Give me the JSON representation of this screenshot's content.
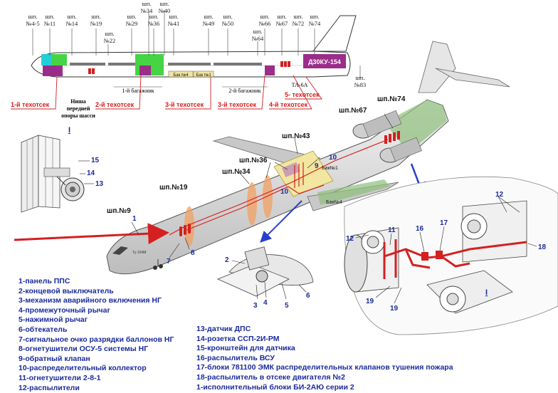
{
  "frames": {
    "shp_4_5": "шп.\n№4-5",
    "shp_11": "шп.\n№11",
    "shp_14": "шп.\n№14",
    "shp_19": "шп.\n№19",
    "shp_22": "шп.\n№22",
    "shp_29": "шп.\n№29",
    "shp_34": "шп.\n№34",
    "shp_36": "шп.\n№36",
    "shp_40": "шп.\n№40",
    "shp_41": "шп.\n№41",
    "shp_49": "шп.\n№49",
    "shp_50": "шп.\n№50",
    "shp_64": "шп.\n№64",
    "shp_66": "шп.\n№66",
    "shp_67": "шп.\n№67",
    "shp_72": "шп.\n№72",
    "shp_74": "шп.\n№74",
    "shp_83": "шп.\n№83"
  },
  "side_view": {
    "engine_label": "Д30КУ-154",
    "tank4": "Бак №4",
    "tank1": "Бак №1",
    "ta6a": "ТА-6А",
    "gear_niche": "Ниша\nпередней\nопоры шасси",
    "baggage1": "1-й багажник",
    "baggage2": "2-й багажник",
    "bay1": "1-й техотсек",
    "bay2": "2-й техотсек",
    "bay3": "3-й техотсек",
    "bay4": "4-й техотсек",
    "bay5": "5- техотсек",
    "bay3b": "3-й техотсек"
  },
  "perspective": {
    "shp9": "шп.№9",
    "shp19": "шп.№19",
    "shp34": "шп.№34",
    "shp36": "шп.№36",
    "shp43": "шп.№43",
    "shp67": "шп.№67",
    "shp74": "шп.№74",
    "tank1": "Бак№1",
    "tank4": "Бак№4",
    "num1": "1",
    "num7": "7",
    "num8": "8",
    "num9": "9",
    "num10a": "10",
    "num10b": "10",
    "tu_label": "Ту-154М"
  },
  "detail_I": {
    "mark": "I",
    "n15": "15",
    "n14": "14",
    "n13": "13"
  },
  "detail_valve": {
    "n2": "2",
    "n3": "3",
    "n4": "4",
    "n5": "5",
    "n6": "6"
  },
  "detail_engines": {
    "mark": "I",
    "n11": "11",
    "n12a": "12",
    "n12b": "12",
    "n16": "16",
    "n17": "17",
    "n18": "18",
    "n19a": "19",
    "n19b": "19"
  },
  "legend_left": [
    "1-панель ППС",
    "2-концевой выключатель",
    "3-механизм аварийного включения НГ",
    "4-промежуточный рычаг",
    "5-нажимной рычаг",
    "6-обтекатель",
    "7-сигнальное очко разрядки баллонов НГ",
    "8-огнетушители ОСУ-5 системы НГ",
    "9-обратный клапан",
    "10-распределительный коллектор",
    "11-огнетушители 2-8-1",
    "12-распылители"
  ],
  "legend_right": [
    "13-датчик ДПС",
    "14-розетка ССП-2И-РМ",
    "15-кронштейн для датчика",
    "16-распылитель ВСУ",
    "17-блоки 781100 ЭМК распределительных клапанов тушения пожара",
    "18-распылитель в отсеке двигателя №2",
    "1-исполнительный блоки БИ-2АЮ серии 2"
  ],
  "colors": {
    "red": "#d42020",
    "blue": "#1a2a9c",
    "green_bay": "#44d444",
    "cyan_bay": "#22cfd8",
    "purple_bay": "#9b2d8a",
    "tank_yellow": "#f2e6a0",
    "pipe_orange": "#f2a060"
  }
}
